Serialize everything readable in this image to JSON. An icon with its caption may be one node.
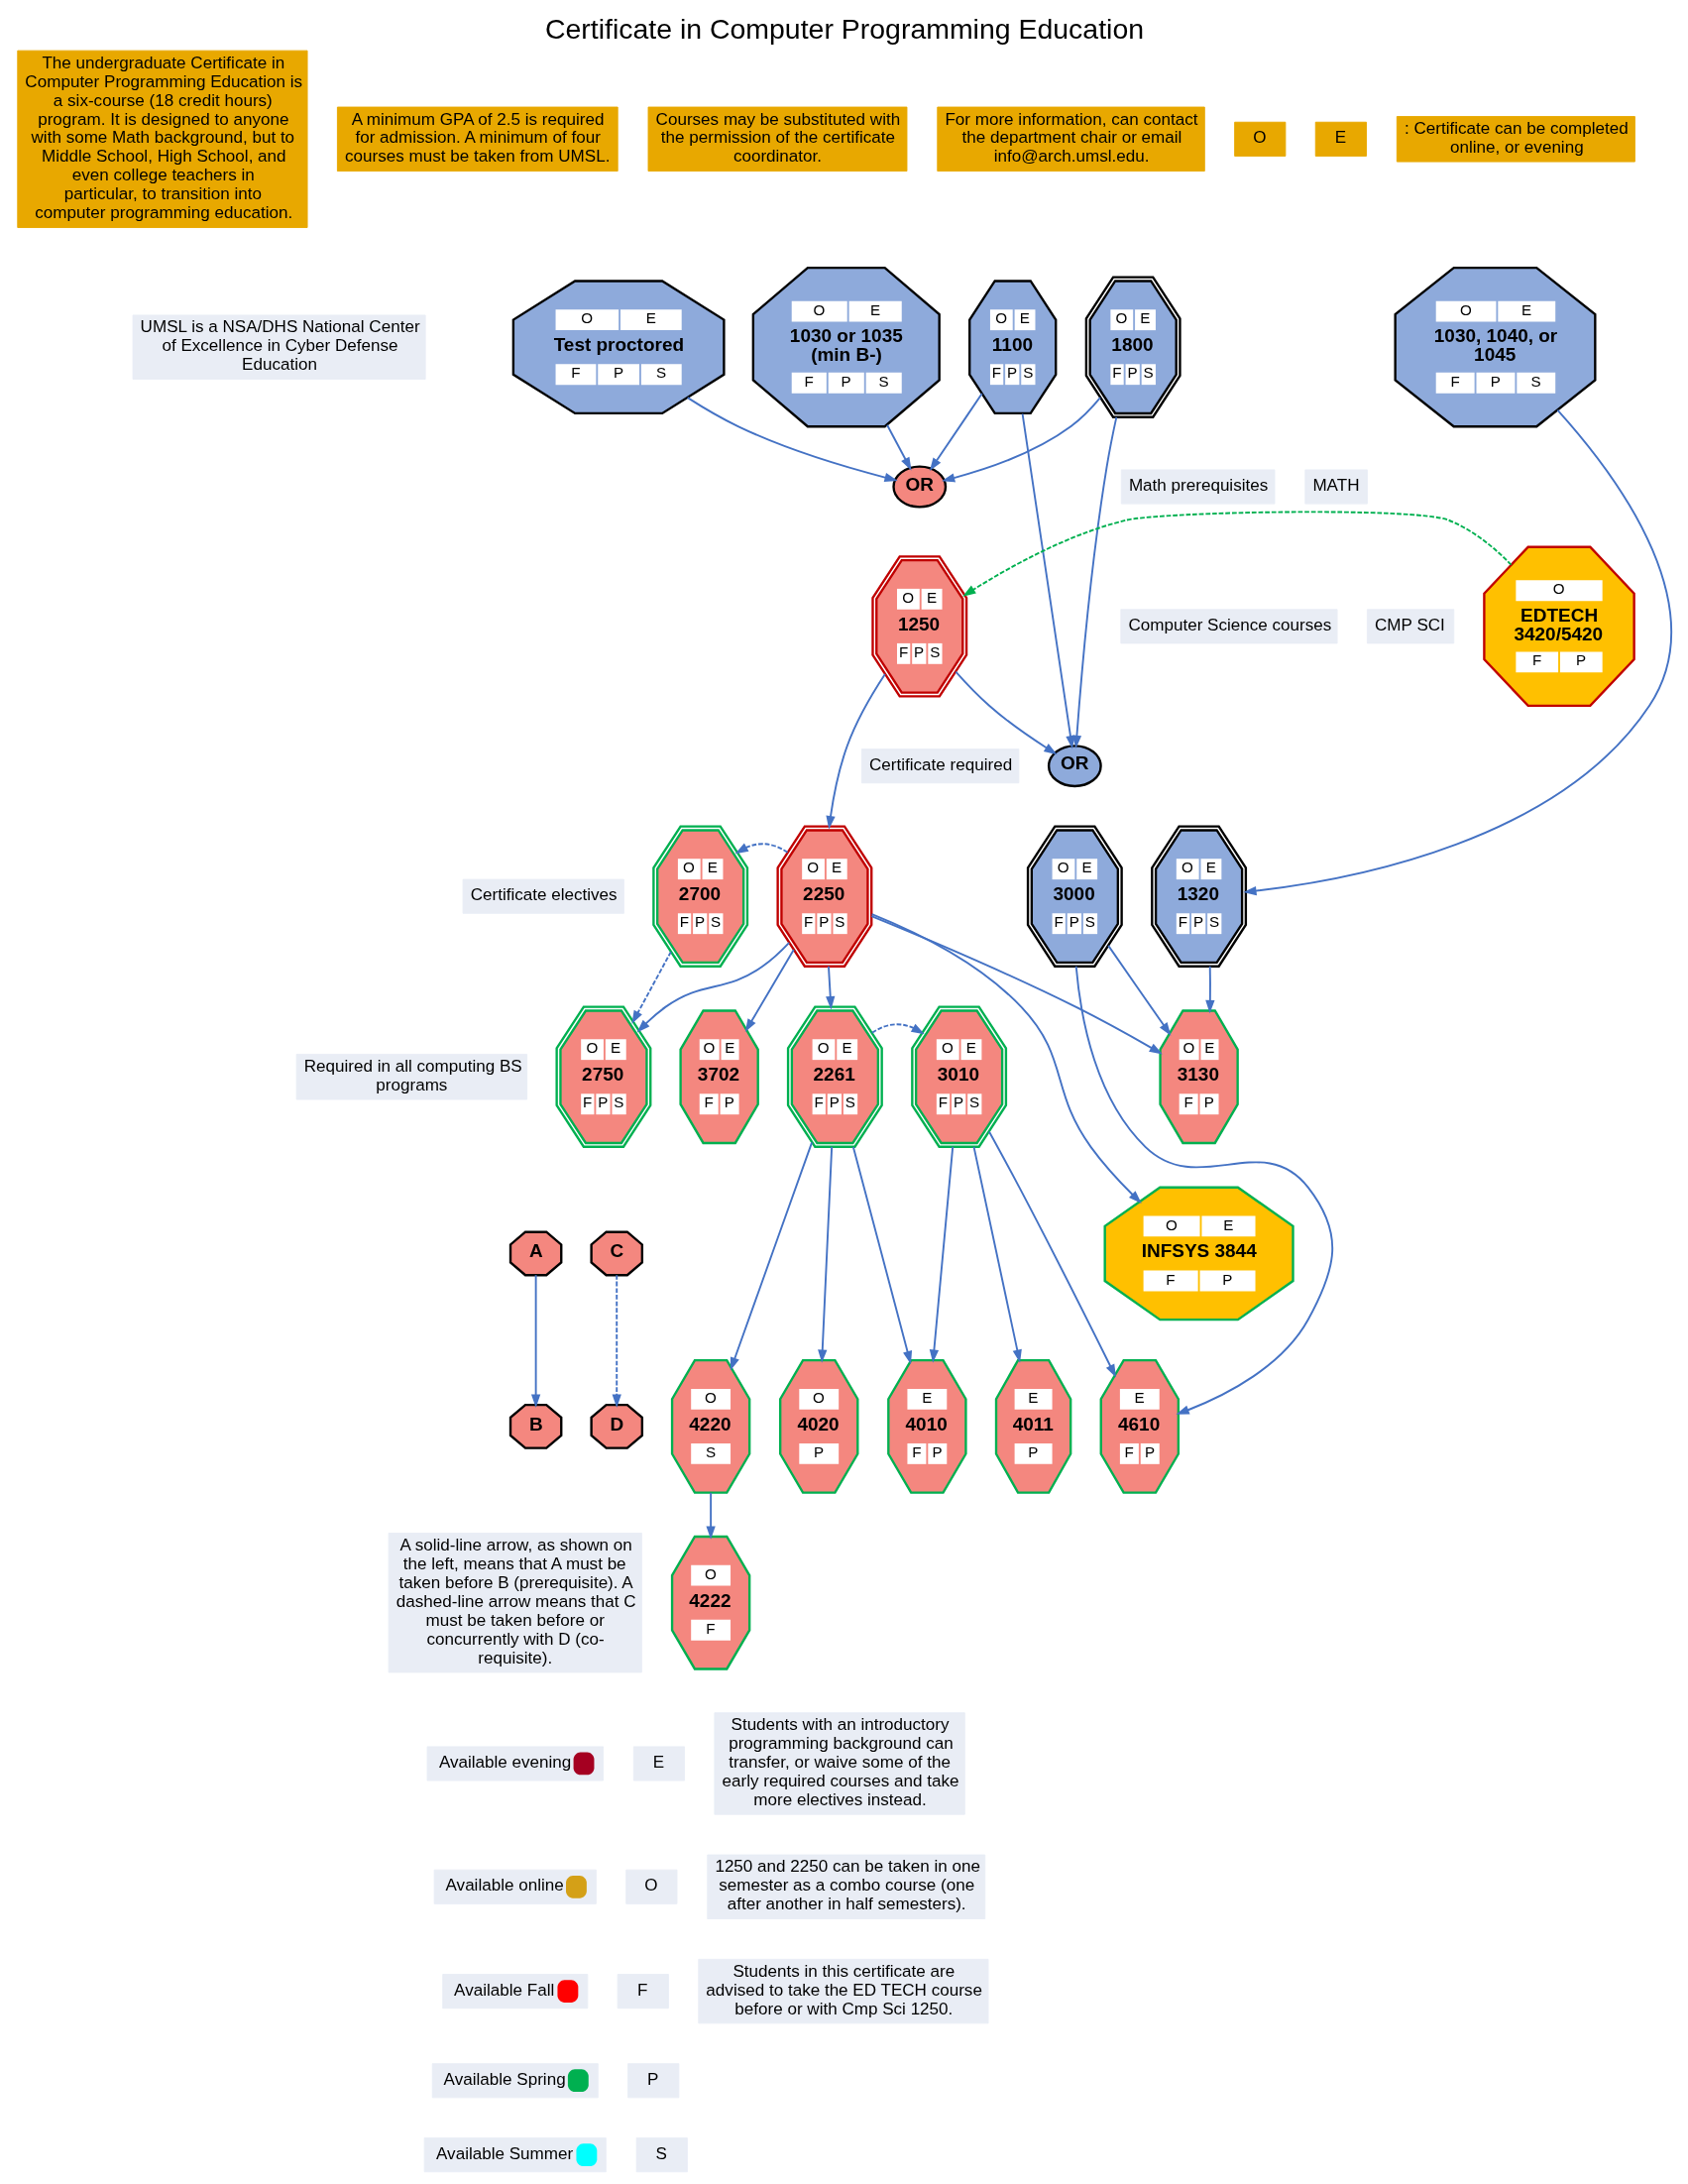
{
  "diagram": {
    "title": "Certificate in Computer Programming Education",
    "nodes": [
      {
        "text": [
          "O",
          "E",
          "Test proctored",
          "F",
          "P",
          "S"
        ]
      },
      {
        "text": [
          "O",
          "E",
          "1030 or 1035 (min B-)",
          "F",
          "P",
          "S"
        ]
      },
      {
        "text": [
          "O",
          "E",
          "1100",
          "F",
          "P",
          "S"
        ]
      },
      {
        "text": [
          "O",
          "E",
          "1800",
          "F",
          "P",
          "S"
        ]
      },
      {
        "text": [
          "O",
          "E",
          "1030, 1040, or 1045",
          "F",
          "P",
          "S"
        ]
      },
      {
        "text": [
          "OR"
        ]
      },
      {
        "text": [
          "O",
          "EDTECH 3420/5420",
          "F",
          "P"
        ]
      },
      {
        "text": [
          "O",
          "E",
          "1250",
          "F",
          "P",
          "S"
        ]
      },
      {
        "text": [
          "OR"
        ]
      },
      {
        "text": [
          "O",
          "E",
          "2700",
          "F",
          "P",
          "S"
        ]
      },
      {
        "text": [
          "O",
          "E",
          "2250",
          "F",
          "P",
          "S"
        ]
      },
      {
        "text": [
          "O",
          "E",
          "3000",
          "F",
          "P",
          "S"
        ]
      },
      {
        "text": [
          "O",
          "E",
          "1320",
          "F",
          "P",
          "S"
        ]
      },
      {
        "text": [
          "O",
          "E",
          "2750",
          "F",
          "P",
          "S"
        ]
      },
      {
        "text": [
          "O",
          "E",
          "3702",
          "F",
          "P"
        ]
      },
      {
        "text": [
          "O",
          "E",
          "2261",
          "F",
          "P",
          "S"
        ]
      },
      {
        "text": [
          "O",
          "E",
          "3010",
          "F",
          "P",
          "S"
        ]
      },
      {
        "text": [
          "O",
          "E",
          "3130",
          "F",
          "P"
        ]
      },
      {
        "text": [
          "O",
          "E",
          "INFSYS 3844",
          "F",
          "P"
        ]
      },
      {
        "text": [
          "O",
          "4220",
          "S"
        ]
      },
      {
        "text": [
          "O",
          "4020",
          "P"
        ]
      },
      {
        "text": [
          "E",
          "4010",
          "F",
          "P"
        ]
      },
      {
        "text": [
          "E",
          "4011",
          "P"
        ]
      },
      {
        "text": [
          "E",
          "4610",
          "F",
          "P"
        ]
      },
      {
        "text": [
          "O",
          "4222",
          "F"
        ]
      },
      {
        "text": [
          "A"
        ]
      },
      {
        "text": [
          "C"
        ]
      },
      {
        "text": [
          "B"
        ]
      },
      {
        "text": [
          "D"
        ]
      }
    ],
    "edges": [
      {
        "from": 0,
        "to": 5,
        "arrow": "to"
      },
      {
        "from": 1,
        "to": 5,
        "arrow": "to"
      },
      {
        "from": 2,
        "to": 5,
        "arrow": "to"
      },
      {
        "from": 3,
        "to": 5,
        "arrow": "to"
      },
      {
        "from": 2,
        "to": 8,
        "arrow": "to"
      },
      {
        "from": 3,
        "to": 8,
        "arrow": "to"
      },
      {
        "from": 4,
        "to": 12,
        "arrow": "to"
      },
      {
        "from": 6,
        "to": 7,
        "arrow": "to",
        "style": "dashed",
        "color": "#00b050"
      },
      {
        "from": 7,
        "to": 10,
        "arrow": "to"
      },
      {
        "from": 7,
        "to": 8,
        "arrow": "to"
      },
      {
        "from": 10,
        "to": 9,
        "arrow": "to",
        "style": "dashed"
      },
      {
        "from": 9,
        "to": 13,
        "arrow": "to",
        "style": "dashed"
      },
      {
        "from": 10,
        "to": 13,
        "arrow": "to"
      },
      {
        "from": 10,
        "to": 14,
        "arrow": "to"
      },
      {
        "from": 10,
        "to": 15,
        "arrow": "to"
      },
      {
        "from": 10,
        "to": 17,
        "arrow": "to"
      },
      {
        "from": 10,
        "to": 18,
        "arrow": "to"
      },
      {
        "from": 11,
        "to": 17,
        "arrow": "to"
      },
      {
        "from": 11,
        "to": 23,
        "arrow": "to"
      },
      {
        "from": 12,
        "to": 17,
        "arrow": "to"
      },
      {
        "from": 15,
        "to": 16,
        "arrow": "to",
        "style": "dashed"
      },
      {
        "from": 15,
        "to": 19,
        "arrow": "to"
      },
      {
        "from": 15,
        "to": 20,
        "arrow": "to"
      },
      {
        "from": 15,
        "to": 21,
        "arrow": "to"
      },
      {
        "from": 16,
        "to": 21,
        "arrow": "to"
      },
      {
        "from": 16,
        "to": 22,
        "arrow": "to"
      },
      {
        "from": 16,
        "to": 23,
        "arrow": "to"
      },
      {
        "from": 19,
        "to": 24,
        "arrow": "to"
      },
      {
        "from": 25,
        "to": 27,
        "arrow": "to"
      },
      {
        "from": 26,
        "to": 28,
        "arrow": "to",
        "style": "dashed"
      }
    ],
    "labels": [
      "The undergraduate Certificate in Computer Programming Education is a six-course (18 credit hours) program. It is designed to anyone with some Math background, but to Middle School, High School, and even college teachers in particular, to transition into computer programming education.",
      "A minimum GPA of 2.5 is required for admission. A minimum of four courses must be taken from UMSL.",
      "Courses may be substituted with the permission of the certificate coordinator.",
      "For more information, can contact the department chair or email info@arch.umsl.edu.",
      "O",
      "E",
      ": Certificate can be completed online, or evening",
      "UMSL is a NSA/DHS National Center of Excellence in Cyber Defense Education",
      "MATH",
      "CMP SCI",
      "A solid-line arrow, as shown on the left, means that A must be taken before B (prerequisite). A dashed-line arrow means that C must be taken before or concurrently with D (co-requisite).",
      "E",
      "O",
      "F",
      "P",
      "S",
      "Students with an introductory programming background can transfer, or waive some of the early required courses and take more electives instead.",
      "1250 and 2250 can be taken in one semester as a combo course (one after another in half semesters)."
    ],
    "legend": [
      {
        "text": "Math prerequisites"
      },
      {
        "text": "Computer Science courses"
      },
      {
        "text": "Certificate required"
      },
      {
        "text": "Certificate electives"
      },
      {
        "text": "Required in all computing BS programs"
      },
      {
        "text": "Available evening",
        "color": "#a50021"
      },
      {
        "text": "Available online",
        "color": "#d4a017"
      },
      {
        "text": "Available Fall",
        "color": "#ff0000"
      },
      {
        "text": "Available Spring",
        "color": "#00b050"
      },
      {
        "text": "Available Summer",
        "color": "#00ffff"
      },
      {
        "text": "Students in this certificate are advised to take the ED TECH course before or with Cmp Sci 1250."
      }
    ]
  }
}
